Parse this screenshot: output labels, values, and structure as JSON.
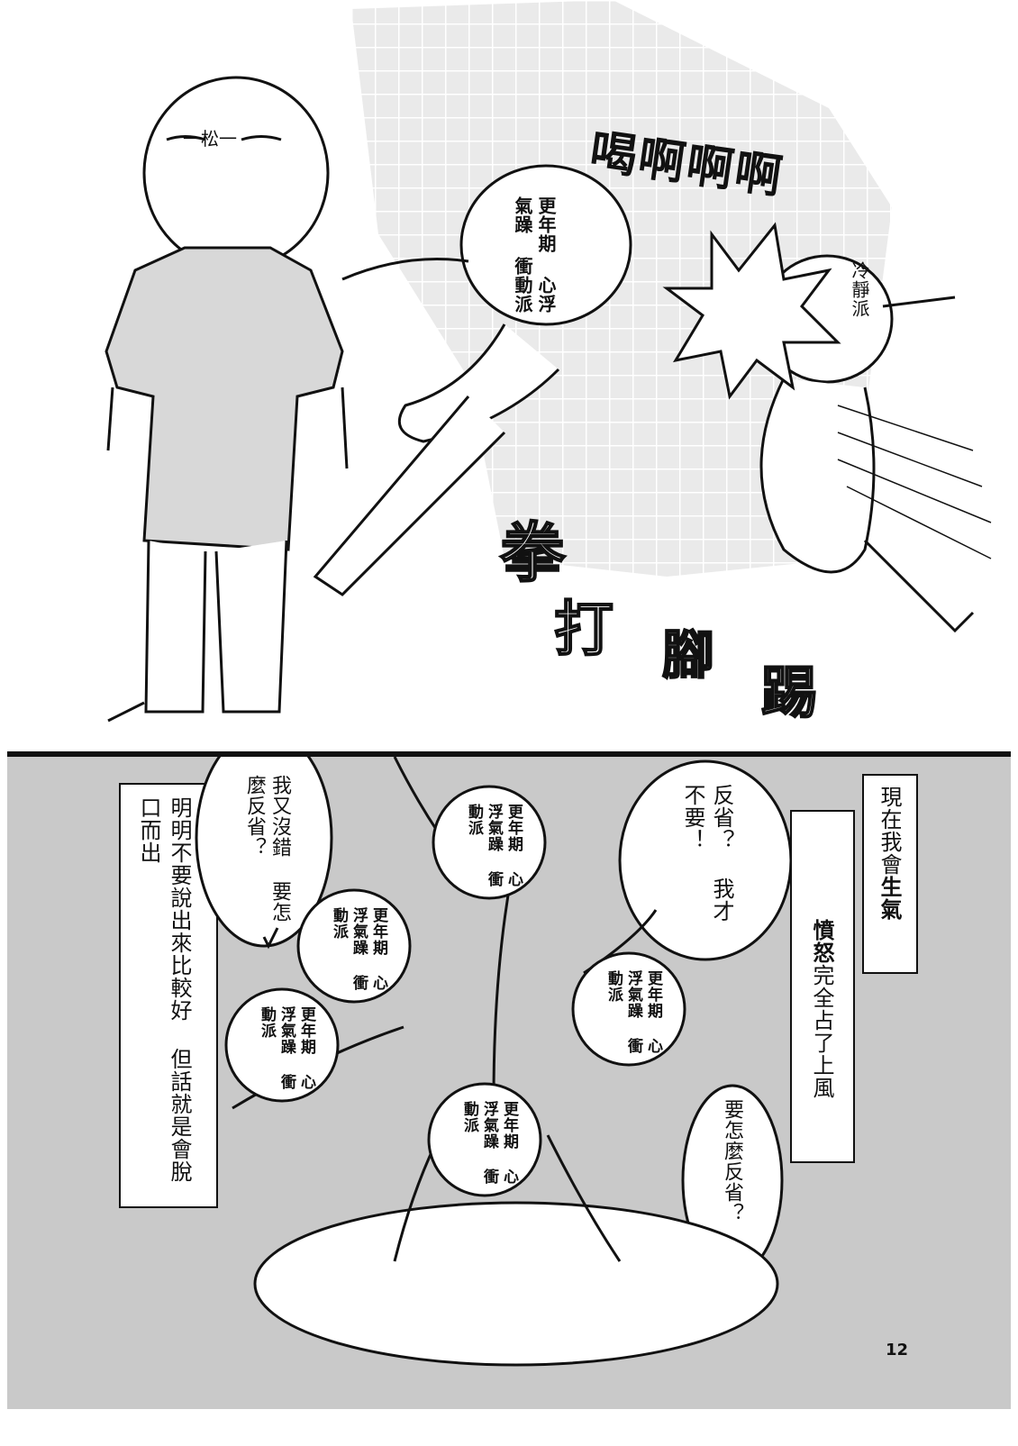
{
  "page": {
    "number": "12"
  },
  "top_panel": {
    "face_mark": "一松一",
    "sfx_shout": "喝啊啊啊",
    "sfx_fist": "拳",
    "sfx_hit": "打",
    "sfx_foot": "腳",
    "sfx_kick": "踢",
    "bubble_impulsive": {
      "line1": "更年期",
      "line2": "心浮氣躁",
      "line3": "衝動派"
    },
    "bubble_calm": {
      "line1": "冷靜派"
    }
  },
  "bottom_panel": {
    "bubble_left_speech": {
      "line1": "我又沒錯",
      "line2": "要怎麼反省？"
    },
    "caption_left": {
      "line1": "明明不要說出來比較好",
      "line2": "但話就是會脫口而出"
    },
    "bubble_right_speech": {
      "line1": "反省？",
      "line2": "我才不要！"
    },
    "caption_right_a": {
      "pre": "現在我會",
      "emph": "生氣"
    },
    "caption_right_b": {
      "emph": "憤怒",
      "post": "完全占了上風"
    },
    "bubble_bottom_right": {
      "line1": "要怎麼反省？"
    },
    "heads": [
      {
        "line1": "更年期",
        "line2": "心浮氣躁",
        "line3": "衝動派"
      },
      {
        "line1": "更年期",
        "line2": "心浮氣躁",
        "line3": "衝動派"
      },
      {
        "line1": "更年期",
        "line2": "心浮氣躁",
        "line3": "衝動派"
      },
      {
        "line1": "更年期",
        "line2": "心浮氣躁",
        "line3": "衝動派"
      },
      {
        "line1": "更年期",
        "line2": "心浮氣躁",
        "line3": "衝動派"
      }
    ]
  }
}
